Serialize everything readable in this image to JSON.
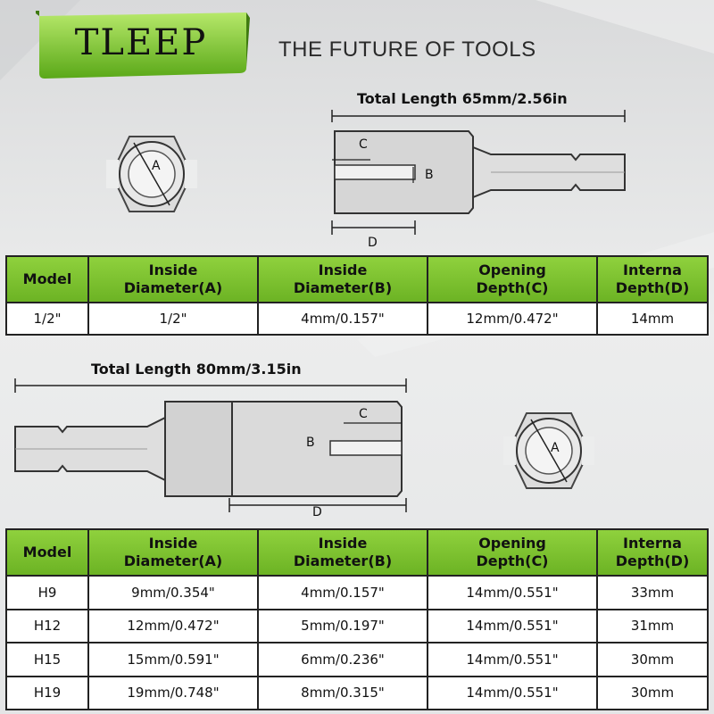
{
  "brand": {
    "name": "TLEEP",
    "tagline": "THE FUTURE OF TOOLS"
  },
  "diagram1": {
    "total_length": "Total Length 65mm/2.56in",
    "labels": {
      "a": "A",
      "b": "B",
      "c": "C",
      "d": "D"
    }
  },
  "diagram2": {
    "total_length": "Total Length 80mm/3.15in",
    "labels": {
      "a": "A",
      "b": "B",
      "c": "C",
      "d": "D"
    }
  },
  "table1": {
    "headers": [
      "Model",
      "Inside\nDiameter(A)",
      "Inside\nDiameter(B)",
      "Opening\nDepth(C)",
      "Interna\nDepth(D)"
    ],
    "rows": [
      [
        "1/2\"",
        "1/2\"",
        "4mm/0.157\"",
        "12mm/0.472\"",
        "14mm"
      ]
    ]
  },
  "table2": {
    "headers": [
      "Model",
      "Inside\nDiameter(A)",
      "Inside\nDiameter(B)",
      "Opening\nDepth(C)",
      "Interna\nDepth(D)"
    ],
    "rows": [
      [
        "H9",
        "9mm/0.354\"",
        "4mm/0.157\"",
        "14mm/0.551\"",
        "33mm"
      ],
      [
        "H12",
        "12mm/0.472\"",
        "5mm/0.197\"",
        "14mm/0.551\"",
        "31mm"
      ],
      [
        "H15",
        "15mm/0.591\"",
        "6mm/0.236\"",
        "14mm/0.551\"",
        "30mm"
      ],
      [
        "H19",
        "19mm/0.748\"",
        "8mm/0.315\"",
        "14mm/0.551\"",
        "30mm"
      ]
    ]
  },
  "colors": {
    "accent_green": "#7cc22e",
    "header_green": "#6cb324"
  }
}
